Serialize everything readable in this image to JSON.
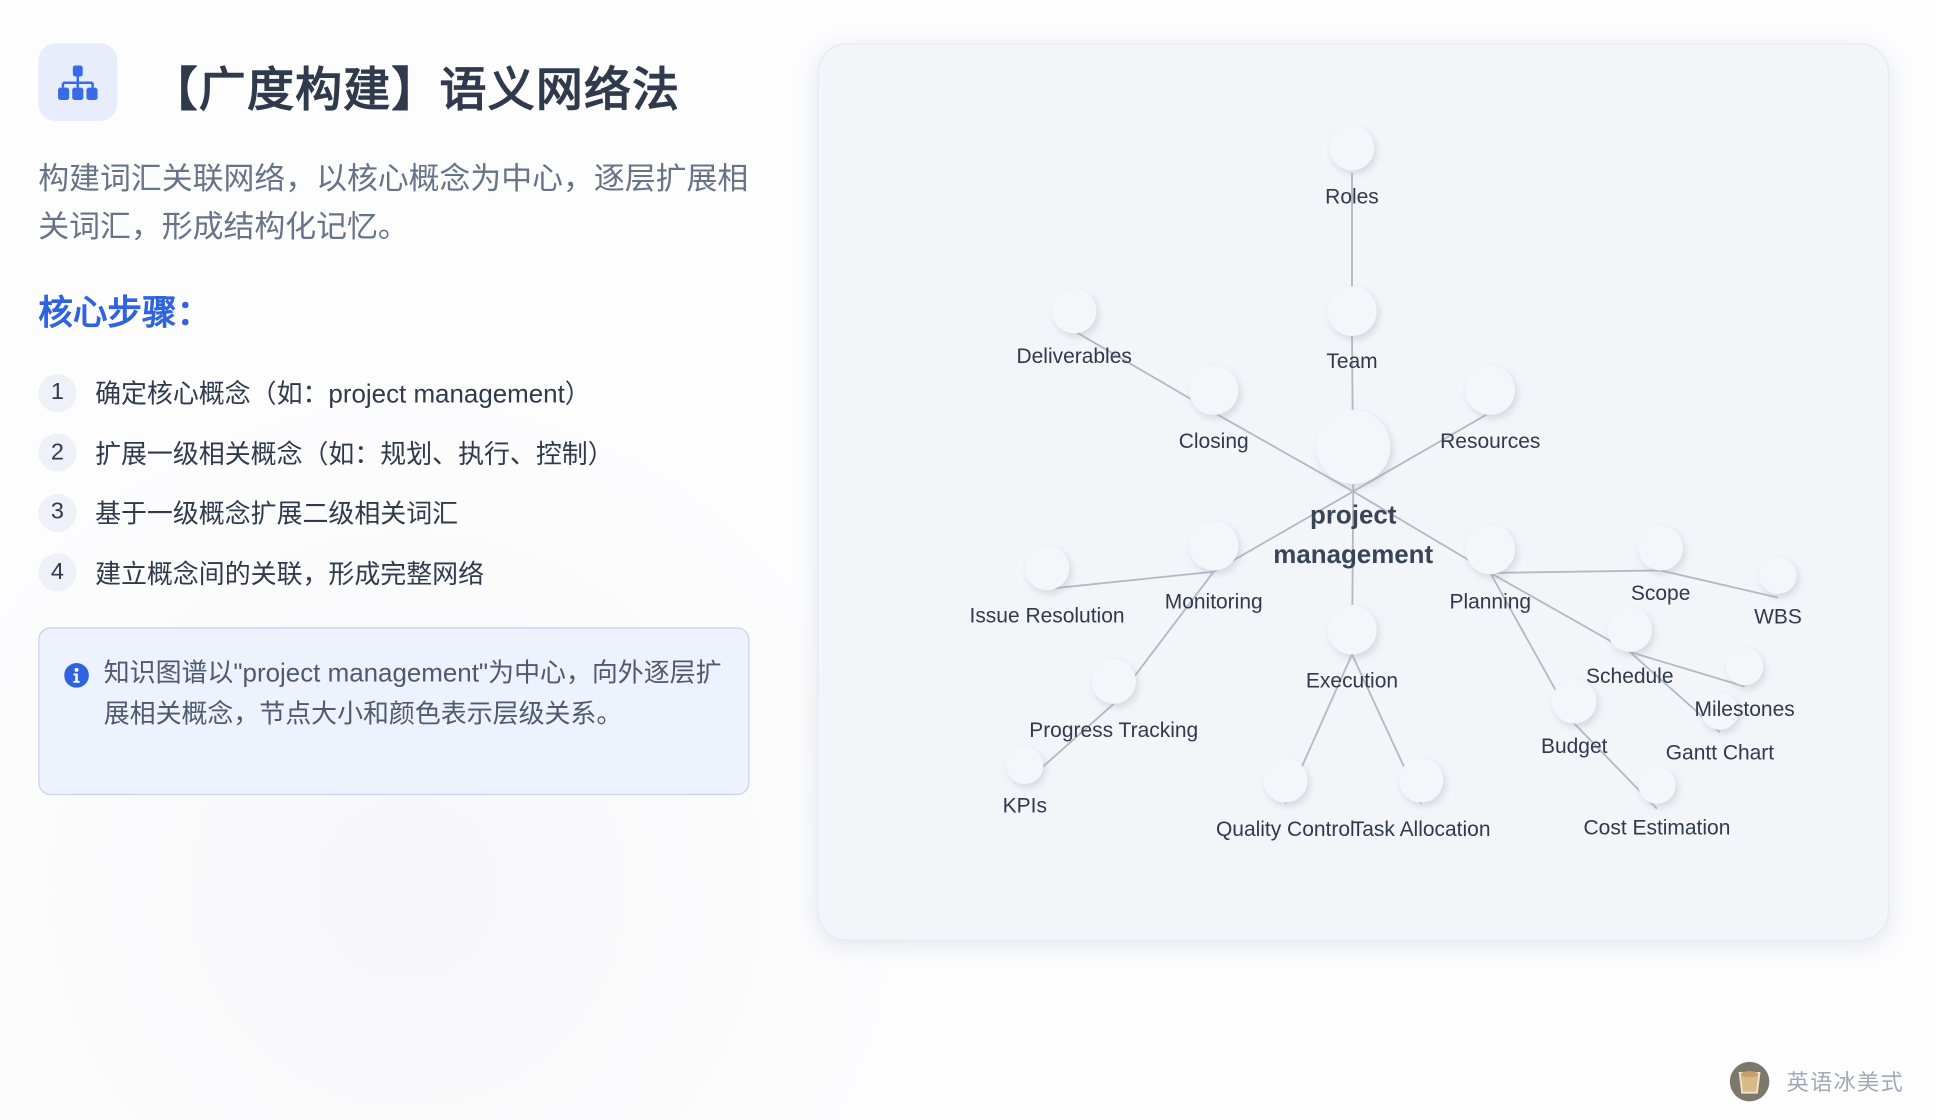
{
  "header": {
    "title": "【广度构建】语义网络法",
    "icon": "sitemap-icon"
  },
  "description": "构建词汇关联网络，以核心概念为中心，逐层扩展相关词汇，形成结构化记忆。",
  "steps_heading": "核心步骤：",
  "steps": [
    {
      "num": "1",
      "text": "确定核心概念（如：project management）"
    },
    {
      "num": "2",
      "text": "扩展一级相关概念（如：规划、执行、控制）"
    },
    {
      "num": "3",
      "text": "基于一级概念扩展二级相关词汇"
    },
    {
      "num": "4",
      "text": "建立概念间的关联，形成完整网络"
    }
  ],
  "info": {
    "icon": "info-icon",
    "text": "知识图谱以\"project management\"为中心，向外逐层扩展相关概念，节点大小和颜色表示层级关系。"
  },
  "network": {
    "root": "project management",
    "nodes": [
      {
        "id": "pm",
        "label": "project management",
        "level": 0
      },
      {
        "id": "roles",
        "label": "Roles",
        "parent": "team",
        "level": 2
      },
      {
        "id": "team",
        "label": "Team",
        "parent": "pm",
        "level": 1
      },
      {
        "id": "deliverables",
        "label": "Deliverables",
        "parent": "closing",
        "level": 2
      },
      {
        "id": "closing",
        "label": "Closing",
        "parent": "pm",
        "level": 1
      },
      {
        "id": "resources",
        "label": "Resources",
        "parent": "pm",
        "level": 1
      },
      {
        "id": "monitoring",
        "label": "Monitoring",
        "parent": "pm",
        "level": 1
      },
      {
        "id": "planning",
        "label": "Planning",
        "parent": "pm",
        "level": 1
      },
      {
        "id": "execution",
        "label": "Execution",
        "parent": "pm",
        "level": 1
      },
      {
        "id": "issue",
        "label": "Issue Resolution",
        "parent": "monitoring",
        "level": 2
      },
      {
        "id": "progress",
        "label": "Progress Tracking",
        "parent": "monitoring",
        "level": 2
      },
      {
        "id": "kpis",
        "label": "KPIs",
        "parent": "progress",
        "level": 3
      },
      {
        "id": "quality",
        "label": "Quality Control",
        "parent": "execution",
        "level": 2
      },
      {
        "id": "task",
        "label": "Task Allocation",
        "parent": "execution",
        "level": 2
      },
      {
        "id": "scope",
        "label": "Scope",
        "parent": "planning",
        "level": 2
      },
      {
        "id": "wbs",
        "label": "WBS",
        "parent": "scope",
        "level": 3
      },
      {
        "id": "schedule",
        "label": "Schedule",
        "parent": "planning",
        "level": 2
      },
      {
        "id": "milestones",
        "label": "Milestones",
        "parent": "schedule",
        "level": 3
      },
      {
        "id": "gantt",
        "label": "Gantt Chart",
        "parent": "schedule",
        "level": 3
      },
      {
        "id": "budget",
        "label": "Budget",
        "parent": "planning",
        "level": 2
      },
      {
        "id": "cost",
        "label": "Cost Estimation",
        "parent": "budget",
        "level": 3
      }
    ]
  },
  "watermark": {
    "text": "英语冰美式"
  },
  "colors": {
    "accent": "#2f63e0",
    "title": "#2f3a4c",
    "edge": "#b4b9c3"
  }
}
